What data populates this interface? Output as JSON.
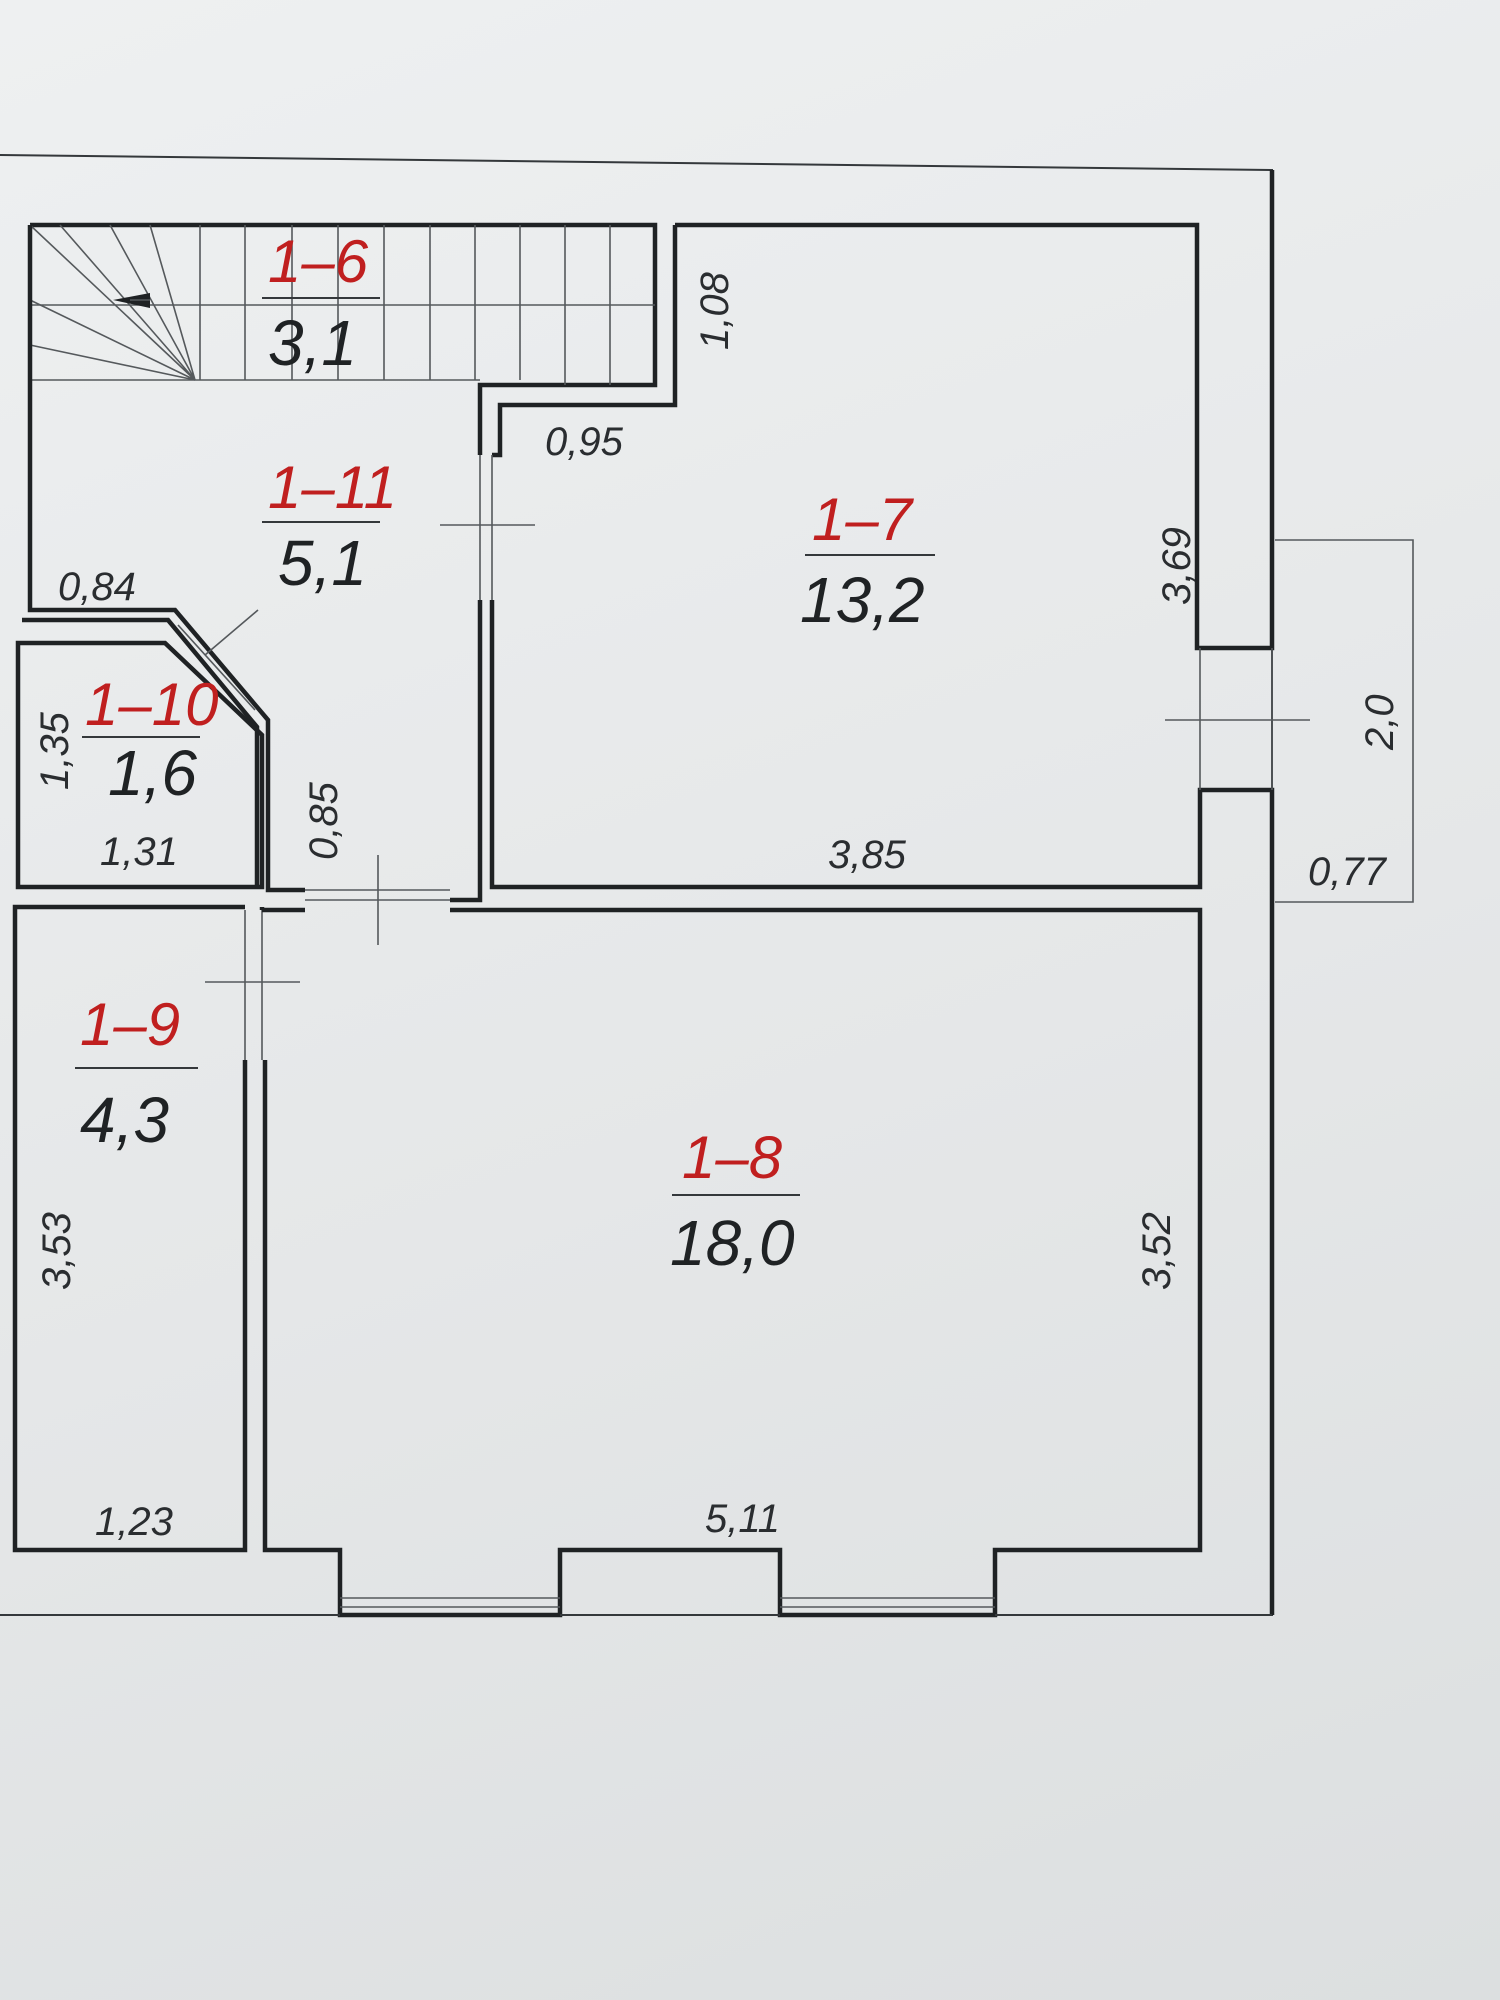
{
  "colors": {
    "wall": "#1f2224",
    "room_number": "#c01f1f",
    "text": "#2a2d30"
  },
  "rooms": [
    {
      "number": "1–6",
      "area": "3,1"
    },
    {
      "number": "1–11",
      "area": "5,1"
    },
    {
      "number": "1–7",
      "area": "13,2"
    },
    {
      "number": "1–10",
      "area": "1,6"
    },
    {
      "number": "1–9",
      "area": "4,3"
    },
    {
      "number": "1–8",
      "area": "18,0"
    }
  ],
  "dimensions": {
    "d_1_08": "1,08",
    "d_0_95": "0,95",
    "d_3_69": "3,69",
    "d_0_84": "0,84",
    "d_1_35": "1,35",
    "d_1_31": "1,31",
    "d_0_85": "0,85",
    "d_3_85": "3,85",
    "d_2_0": "2,0",
    "d_0_77": "0,77",
    "d_3_53": "3,53",
    "d_3_52": "3,52",
    "d_1_23": "1,23",
    "d_5_11": "5,11"
  }
}
